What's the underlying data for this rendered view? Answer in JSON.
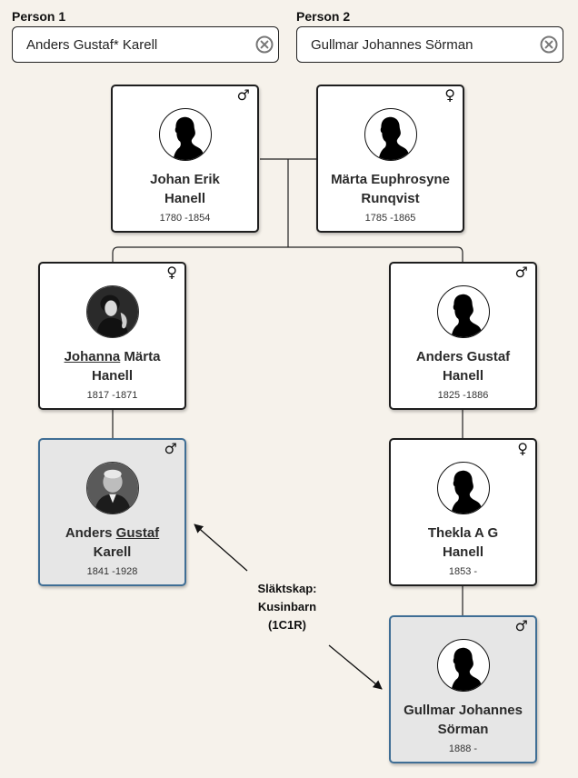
{
  "person1": {
    "label": "Person 1",
    "value": "Anders Gustaf* Karell"
  },
  "person2": {
    "label": "Person 2",
    "value": "Gullmar Johannes Sörman"
  },
  "cards": [
    {
      "id": "johan",
      "gender": "♂",
      "name_line1": "Johan Erik",
      "name_line2": "Hanell",
      "dates": "1780 -1854"
    },
    {
      "id": "marta",
      "gender": "♀",
      "name_line1": "Märta Euphrosyne",
      "name_line2": "Runqvist",
      "dates": "1785 -1865"
    },
    {
      "id": "johanna",
      "gender": "♀",
      "name_ul": "Johanna",
      "name_rest": " Märta",
      "name_line2": "Hanell",
      "dates": "1817 -1871"
    },
    {
      "id": "anders-hanell",
      "gender": "♂",
      "name_line1": "Anders Gustaf",
      "name_line2": "Hanell",
      "dates": "1825 -1886"
    },
    {
      "id": "anders-karell",
      "gender": "♂",
      "name_pre": "Anders ",
      "name_ul": "Gustaf",
      "name_line2": "Karell",
      "dates": "1841 -1928"
    },
    {
      "id": "thekla",
      "gender": "♀",
      "name_line1": "Thekla A G",
      "name_line2": "Hanell",
      "dates": "1853 -"
    },
    {
      "id": "gullmar",
      "gender": "♂",
      "name_line1": "Gullmar Johannes",
      "name_line2": "Sörman",
      "dates": "1888 -"
    }
  ],
  "relationship": {
    "line1": "Släktskap:",
    "line2": "Kusinbarn",
    "line3": "(1C1R)"
  },
  "colors": {
    "background": "#f6f2eb",
    "card_border": "#1e1e1e",
    "selected_border": "#3f6e95",
    "selected_bg": "#e6e6e6"
  },
  "icons": {
    "clear": "clear-icon",
    "silhouette": "person-silhouette-icon"
  }
}
